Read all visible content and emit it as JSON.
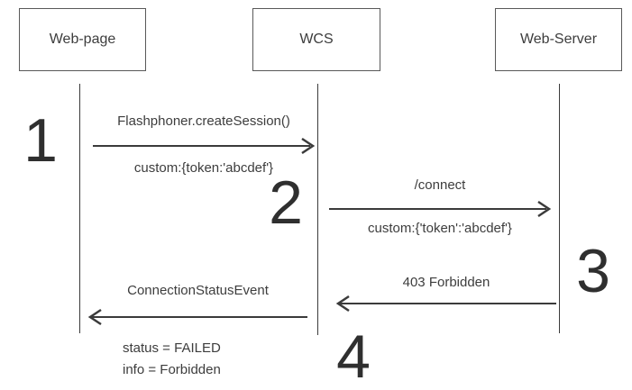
{
  "colors": {
    "background": "#ffffff",
    "line": "#3b3b3b",
    "box_border": "#595959",
    "text": "#3d3d3d",
    "step_number": "#2f2f2f"
  },
  "actors": [
    {
      "label": "Web-page"
    },
    {
      "label": "WCS"
    },
    {
      "label": "Web-Server"
    }
  ],
  "messages": [
    {
      "step": "1",
      "from": "Web-page",
      "to": "WCS",
      "direction": "right",
      "label": "Flashphoner.createSession()",
      "sublabel": "custom:{token:'abcdef'}"
    },
    {
      "step": "2",
      "from": "WCS",
      "to": "Web-Server",
      "direction": "right",
      "label": "/connect",
      "sublabel": "custom:{'token':'abcdef'}"
    },
    {
      "step": "3",
      "from": "Web-Server",
      "to": "WCS",
      "direction": "left",
      "label": "403 Forbidden"
    },
    {
      "step": "4",
      "from": "WCS",
      "to": "Web-page",
      "direction": "left",
      "label": "ConnectionStatusEvent",
      "result_lines": [
        "status = FAILED",
        "info = Forbidden"
      ]
    }
  ]
}
